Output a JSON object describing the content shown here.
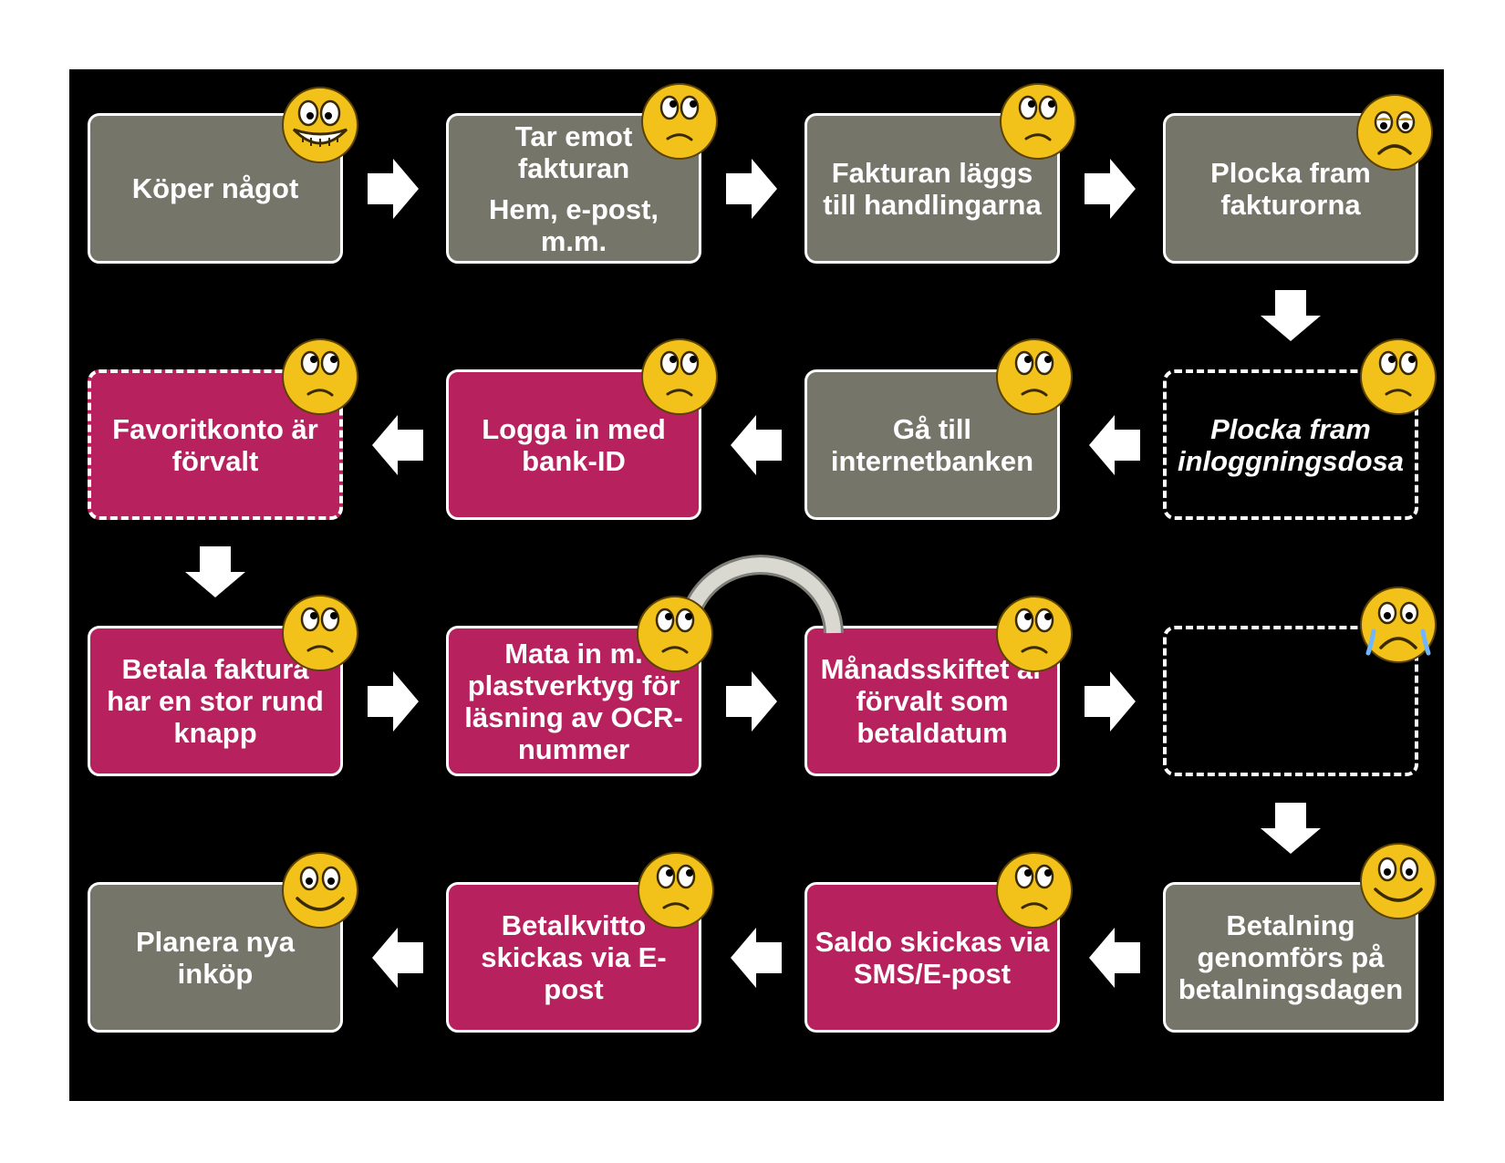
{
  "boxes": {
    "b1": "Köper något",
    "b2": "Tar emot fakturan",
    "b2_sub": "Hem, e-post, m.m.",
    "b3": "Fakturan läggs till handlingarna",
    "b4": "Plocka fram fakturorna",
    "b5": "Plocka fram inloggningsdosa",
    "b6": "Gå till internetbanken",
    "b7": "Logga in med bank-ID",
    "b8": "Favoritkonto är förvalt",
    "b9": "Betala faktura har en stor rund knapp",
    "b10": "Mata in m. plastverktyg för läsning av OCR-nummer",
    "b11": "Månadsskiftet är förvalt som betaldatum",
    "b12": "",
    "b13": "Betalning genomförs på betalningsdagen",
    "b14": "Saldo skickas via SMS/E-post",
    "b15": "Betalkvitto skickas via E-post",
    "b16": "Planera nya inköp"
  },
  "smileys": {
    "s1": "grin-smiley-icon",
    "s2": "skeptical-smiley-icon",
    "s3": "skeptical-smiley-icon",
    "s4": "sad-smiley-icon",
    "s5": "skeptical-smiley-icon",
    "s6": "skeptical-smiley-icon",
    "s7": "skeptical-smiley-icon",
    "s8": "skeptical-smiley-icon",
    "s9": "skeptical-smiley-icon",
    "s10": "skeptical-smiley-icon",
    "s11": "skeptical-smiley-icon",
    "s12": "crying-smiley-icon",
    "s13": "smile-smiley-icon",
    "s14": "skeptical-smiley-icon",
    "s15": "skeptical-smiley-icon",
    "s16": "smile-smiley-icon"
  },
  "colors": {
    "background": "#000000",
    "gray_box": "#76756a",
    "magenta_box": "#b6215e",
    "border": "#ffffff",
    "smiley_yellow": "#f2c21b"
  }
}
